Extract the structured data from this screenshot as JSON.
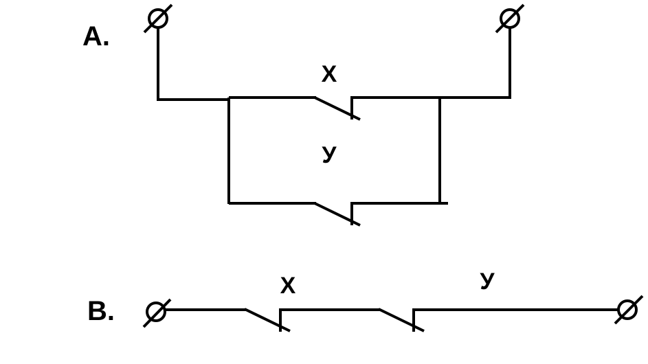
{
  "diagrams": [
    {
      "label": "A.",
      "arrangement": "parallel",
      "switches": [
        "X",
        "У"
      ]
    },
    {
      "label": "B.",
      "arrangement": "series",
      "switches": [
        "X",
        "У"
      ]
    }
  ],
  "colors": {
    "line": "#000000",
    "background": "#ffffff"
  },
  "icons": {
    "terminal": "terminal-icon"
  }
}
